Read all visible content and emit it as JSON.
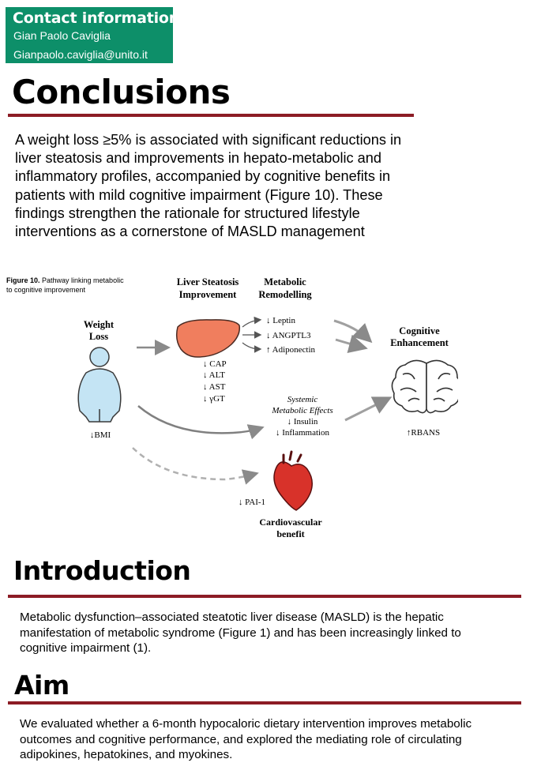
{
  "contact": {
    "title": "Contact information",
    "name": "Gian Paolo Caviglia",
    "email": "Gianpaolo.caviglia@unito.it"
  },
  "conclusions": {
    "title": "Conclusions",
    "text": "A weight loss ≥5% is associated with significant reductions in liver steatosis and improvements in hepato-metabolic and inflammatory profiles, accompanied by cognitive benefits in patients with mild cognitive impairment (Figure 10). These findings strengthen the rationale for structured lifestyle interventions as a cornerstone of MASLD management"
  },
  "figure": {
    "caption_bold": "Figure 10.",
    "caption_line1": " Pathway linking metabolic",
    "caption_line2": "to cognitive improvement",
    "weight_loss": [
      "Weight",
      "Loss"
    ],
    "bmi": "↓BMI",
    "liver_header": [
      "Liver Steatosis",
      "Improvement"
    ],
    "liver_markers": [
      "↓ CAP",
      "↓ ALT",
      "↓ AST",
      "↓ γGT"
    ],
    "metabolic_header": [
      "Metabolic",
      "Remodelling"
    ],
    "metabolic_items": [
      "↓ Leptin",
      "↓ ANGPTL3",
      "↑ Adiponectin"
    ],
    "systemic_header": [
      "Systemic",
      "Metabolic Effects"
    ],
    "systemic_items": [
      "↓ Insulin",
      "↓ Inflammation"
    ],
    "cognitive_header": [
      "Cognitive",
      "Enhancement"
    ],
    "rbans": "↑RBANS",
    "pai": "↓ PAI-1",
    "cardio": [
      "Cardiovascular",
      "benefit"
    ]
  },
  "introduction": {
    "title": "Introduction",
    "text": "Metabolic dysfunction–associated steatotic liver disease (MASLD) is the hepatic manifestation of metabolic syndrome (Figure 1) and has been increasingly linked to cognitive impairment (1)."
  },
  "aim": {
    "title": "Aim",
    "text": "We evaluated whether a 6-month hypocaloric dietary intervention improves metabolic outcomes and cognitive performance, and explored the mediating role of circulating adipokines, hepatokines, and myokines."
  },
  "colors": {
    "contact_bg": "#0d8f69",
    "rule": "#8c1c25",
    "liver": "#f07e5e",
    "heart": "#d8322a",
    "person": "#c4e4f4"
  }
}
